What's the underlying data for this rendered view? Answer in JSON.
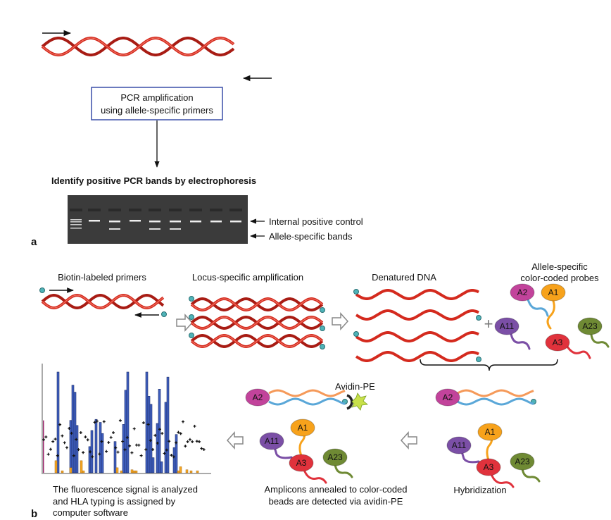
{
  "panel_a": {
    "letter": "a",
    "box_line1": "PCR amplification",
    "box_line2": "using allele-specific primers",
    "gel_title": "Identify positive PCR bands by electrophoresis",
    "label_control": "Internal positive control",
    "label_allele": "Allele-specific bands",
    "gel_lanes": [
      {
        "ladder": true
      },
      {
        "control": true,
        "allele": false
      },
      {
        "control": true,
        "allele": true
      },
      {
        "control": true,
        "allele": false
      },
      {
        "control": true,
        "allele": true
      },
      {
        "control": true,
        "allele": true
      },
      {
        "control": true,
        "allele": false
      },
      {
        "control": true,
        "allele": false
      },
      {
        "control": true,
        "allele": false
      }
    ]
  },
  "panel_b": {
    "letter": "b",
    "step1": "Biotin-labeled primers",
    "step2": "Locus-specific amplification",
    "step3": "Denatured DNA",
    "probes_line1": "Allele-specific",
    "probes_line2": "color-coded probes",
    "plus": "+",
    "avidin": "Avidin-PE",
    "hybridization": "Hybridization",
    "detect_line1": "Amplicons annealed to color-coded",
    "detect_line2": "beads are detected via avidin-PE",
    "analysis_line1": "The fluorescence signal is analyzed",
    "analysis_line2": "and HLA typing is assigned by",
    "analysis_line3": "computer software",
    "beads": {
      "A2": "A2",
      "A1": "A1",
      "A11": "A11",
      "A3": "A3",
      "A23": "A23"
    }
  },
  "colors": {
    "dna": "#d42a1e",
    "box_border": "#3a4fa8",
    "A2": "#c2439b",
    "A1": "#f7a21b",
    "A11": "#7b4fa6",
    "A3": "#e0323c",
    "A23": "#6f8a34",
    "biotin": "#4fb3b8",
    "strand_orange": "#f59a5a",
    "strand_blue": "#5aa7d8",
    "bar_blue": "#3f5fbf",
    "bar_orange": "#f5a623"
  },
  "chart_data": {
    "type": "bar",
    "blue_bars": [
      [
        7,
        1.0
      ],
      [
        13,
        0.52
      ],
      [
        14,
        0.87
      ],
      [
        15,
        0.8
      ],
      [
        16,
        0.47
      ],
      [
        22,
        0.26
      ],
      [
        23,
        0.42
      ],
      [
        25,
        0.53
      ],
      [
        27,
        0.5
      ],
      [
        28,
        0.39
      ],
      [
        34,
        0.31
      ],
      [
        38,
        0.48
      ],
      [
        39,
        0.82
      ],
      [
        40,
        1.0
      ],
      [
        49,
        1.0
      ],
      [
        50,
        0.76
      ],
      [
        51,
        0.68
      ],
      [
        52,
        0.15
      ],
      [
        54,
        0.49
      ],
      [
        55,
        0.83
      ],
      [
        56,
        0.11
      ],
      [
        58,
        0.7
      ],
      [
        59,
        0.95
      ],
      [
        62,
        0.25
      ],
      [
        63,
        0.38
      ]
    ],
    "orange_bars": [
      [
        6,
        0.12
      ],
      [
        9,
        0.02
      ],
      [
        13,
        0.05
      ],
      [
        18,
        0.12
      ],
      [
        19,
        0.02
      ],
      [
        35,
        0.05
      ],
      [
        37,
        0.02
      ],
      [
        42,
        0.03
      ],
      [
        43,
        0.02
      ],
      [
        44,
        0.02
      ],
      [
        64,
        0.02
      ],
      [
        65,
        0.06
      ],
      [
        68,
        0.03
      ],
      [
        70,
        0.02
      ],
      [
        73,
        0.02
      ]
    ],
    "marker_bar": [
      0,
      0.52
    ]
  }
}
